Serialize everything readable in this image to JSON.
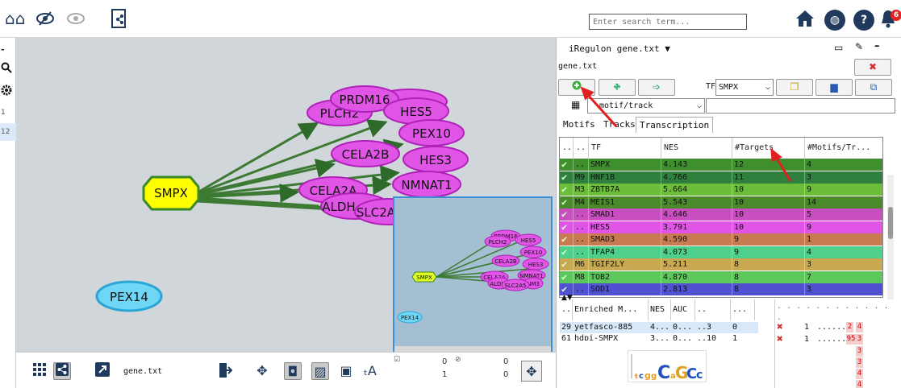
{
  "top": {
    "search_placeholder": "Enter search term...",
    "notification_count": "6",
    "icons": [
      "home-icon",
      "eye-slash-icon",
      "eye-icon",
      "network-file-icon",
      "house-icon",
      "globe-icon",
      "help-icon",
      "bell-icon"
    ]
  },
  "left_strip": {
    "items": [
      "-",
      "search",
      "gear",
      "1",
      "12"
    ]
  },
  "graph": {
    "source_node": "SMPX",
    "isolated_node": "PEX14",
    "target_nodes": [
      "PRDM16",
      "HES5",
      "PLCH2",
      "PEX10",
      "CELA2B",
      "HES3",
      "NMNAT1",
      "CELA2A",
      "ALDH",
      "SLC2A"
    ],
    "colors": {
      "source_fill": "#ffff00",
      "source_stroke": "#3a8a2a",
      "target_fill": "#e055e6",
      "target_stroke": "#b021b8",
      "isolated_fill": "#6fd6f5",
      "edge": "#3d7a33",
      "canvas": "#d0d6da"
    }
  },
  "navigator": {
    "source_node": "SMPX",
    "isolated_node": "PEX14",
    "nodes": [
      "PRDM16",
      "PLCH2",
      "HES5",
      "PEX10",
      "CELA2B",
      "HES3",
      "NMNAT1",
      "CELA2A",
      "ALDH",
      "NM3",
      "SLC2A5"
    ]
  },
  "bottom": {
    "network_name": "gene.txt",
    "counts": {
      "nodes_selected": "0",
      "nodes_total": "1",
      "edges_selected": "0",
      "edges_total": "0"
    }
  },
  "panel": {
    "title": "iRegulon gene.txt",
    "title_menu": "▼",
    "subtitle": "gene.txt",
    "tf_label": "TF",
    "tf_value": "SMPX",
    "filter_value": "motif/track",
    "tabs": [
      "Motifs",
      "Tracks",
      "Transcription Factors"
    ],
    "active_tab": 2,
    "table": {
      "headers": [
        "..",
        "..",
        "TF",
        "NES",
        "#Targets",
        "#Motifs/Tr..."
      ],
      "rows": [
        {
          "c2": "..",
          "tf": "SMPX",
          "nes": "4.143",
          "targets": "12",
          "motifs": "4",
          "color": "#3f8f2f"
        },
        {
          "c2": "M9",
          "tf": "HNF1B",
          "nes": "4.766",
          "targets": "11",
          "motifs": "3",
          "color": "#2f7f3f"
        },
        {
          "c2": "M3",
          "tf": "ZBTB7A",
          "nes": "5.664",
          "targets": "10",
          "motifs": "9",
          "color": "#6bbd3a"
        },
        {
          "c2": "M4",
          "tf": "MEIS1",
          "nes": "5.543",
          "targets": "10",
          "motifs": "14",
          "color": "#4a8a2a"
        },
        {
          "c2": "..",
          "tf": "SMAD1",
          "nes": "4.646",
          "targets": "10",
          "motifs": "5",
          "color": "#c84fc0"
        },
        {
          "c2": "..",
          "tf": "HES5",
          "nes": "3.791",
          "targets": "10",
          "motifs": "9",
          "color": "#e055e6"
        },
        {
          "c2": "..",
          "tf": "SMAD3",
          "nes": "4.590",
          "targets": "9",
          "motifs": "1",
          "color": "#c87a50"
        },
        {
          "c2": "..",
          "tf": "TFAP4",
          "nes": "4.073",
          "targets": "9",
          "motifs": "4",
          "color": "#4ed08a"
        },
        {
          "c2": "M6",
          "tf": "TGIF2LY",
          "nes": "5.211",
          "targets": "8",
          "motifs": "3",
          "color": "#c8a850"
        },
        {
          "c2": "M8",
          "tf": "TOB2",
          "nes": "4.870",
          "targets": "8",
          "motifs": "7",
          "color": "#5cc85c"
        },
        {
          "c2": "..",
          "tf": "SOD1",
          "nes": "2.813",
          "targets": "8",
          "motifs": "3",
          "color": "#5050d0"
        }
      ]
    },
    "lower_table": {
      "headers": [
        "..",
        "Enriched M...",
        "NES",
        "AUC",
        "..",
        "..."
      ],
      "rows": [
        {
          "n": "29",
          "name": "yetfasco-885",
          "nes": "4...",
          "auc": "0...",
          "x": "..3",
          "y": "0"
        },
        {
          "n": "61",
          "name": "hdpi-SMPX",
          "nes": "3...",
          "auc": "0...",
          "x": "..10",
          "y": "1"
        }
      ]
    },
    "side_table": {
      "rows": [
        {
          "a": "1",
          "b": "......",
          "r1": "2",
          "r2": "4"
        },
        {
          "a": "1",
          "b": "......",
          "r1": "95",
          "r2": "3"
        },
        {
          "a": "",
          "b": "",
          "r1": "",
          "r2": "3"
        },
        {
          "a": "",
          "b": "",
          "r1": "",
          "r2": "3"
        },
        {
          "a": "",
          "b": "",
          "r1": "",
          "r2": "4"
        },
        {
          "a": "",
          "b": "",
          "r1": "",
          "r2": "4"
        }
      ]
    }
  }
}
